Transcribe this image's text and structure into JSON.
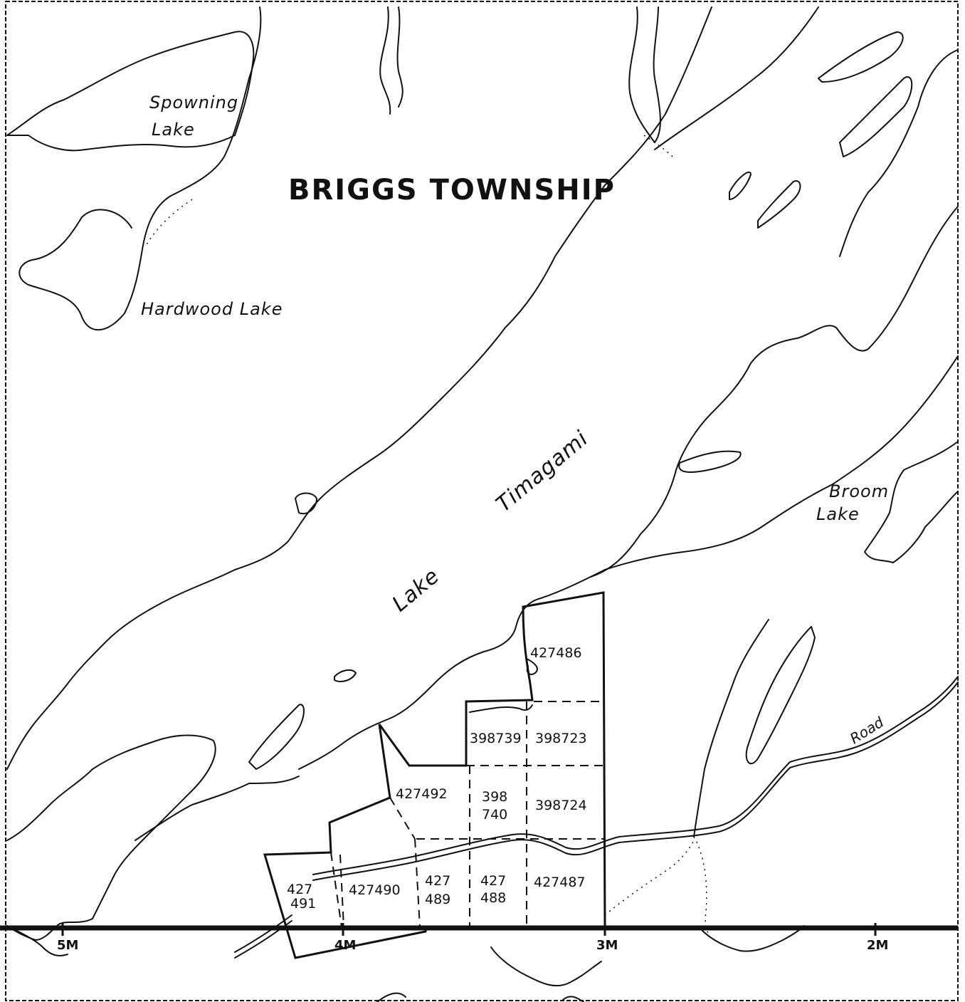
{
  "map": {
    "township": "BRIGGS TOWNSHIP",
    "lakes": {
      "spowning": [
        "Spowning",
        "Lake"
      ],
      "hardwood": "Hardwood Lake",
      "timagami_1": "Lake",
      "timagami_2": "Timagami",
      "broom": [
        "Broom",
        "Lake"
      ]
    },
    "road": "Road",
    "claims": [
      {
        "id": "427486",
        "lines": [
          "427486"
        ]
      },
      {
        "id": "398739",
        "lines": [
          "398739"
        ]
      },
      {
        "id": "398723",
        "lines": [
          "398723"
        ]
      },
      {
        "id": "427492",
        "lines": [
          "427492"
        ]
      },
      {
        "id": "398740",
        "lines": [
          "398",
          "740"
        ]
      },
      {
        "id": "398724",
        "lines": [
          "398724"
        ]
      },
      {
        "id": "427491",
        "lines": [
          "427",
          "491"
        ]
      },
      {
        "id": "427490",
        "lines": [
          "427490"
        ]
      },
      {
        "id": "427489",
        "lines": [
          "427",
          "489"
        ]
      },
      {
        "id": "427488",
        "lines": [
          "427",
          "488"
        ]
      },
      {
        "id": "427487",
        "lines": [
          "427487"
        ]
      }
    ],
    "mile_markers": [
      "5M",
      "4M",
      "3M",
      "2M"
    ]
  }
}
